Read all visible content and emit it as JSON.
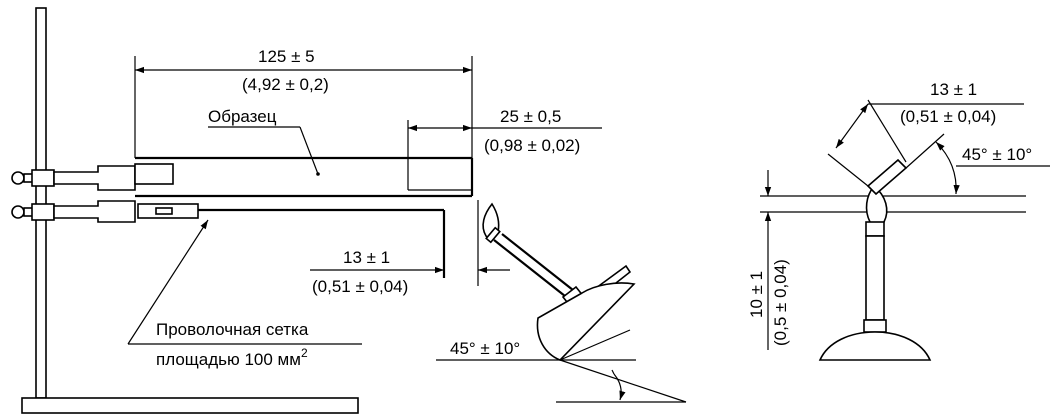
{
  "left_view": {
    "dim_length": "125 ± 5",
    "dim_length_in": "(4,92 ± 0,2)",
    "specimen_label": "Образец",
    "dim_overlap": "25 ± 0,5",
    "dim_overlap_in": "(0,98 ± 0,02)",
    "dim_gap": "13 ± 1",
    "dim_gap_in": "(0,51 ± 0,04)",
    "mesh_label_line1": "Проволочная сетка",
    "mesh_label_line2": "площадью 100 мм",
    "mesh_label_sup": "2",
    "angle": "45° ± 10°"
  },
  "right_view": {
    "dim_flame": "13 ± 1",
    "dim_flame_in": "(0,51 ± 0,04)",
    "angle": "45° ± 10°",
    "dim_height": "10 ± 1",
    "dim_height_in": "(0,5 ± 0,04)"
  }
}
